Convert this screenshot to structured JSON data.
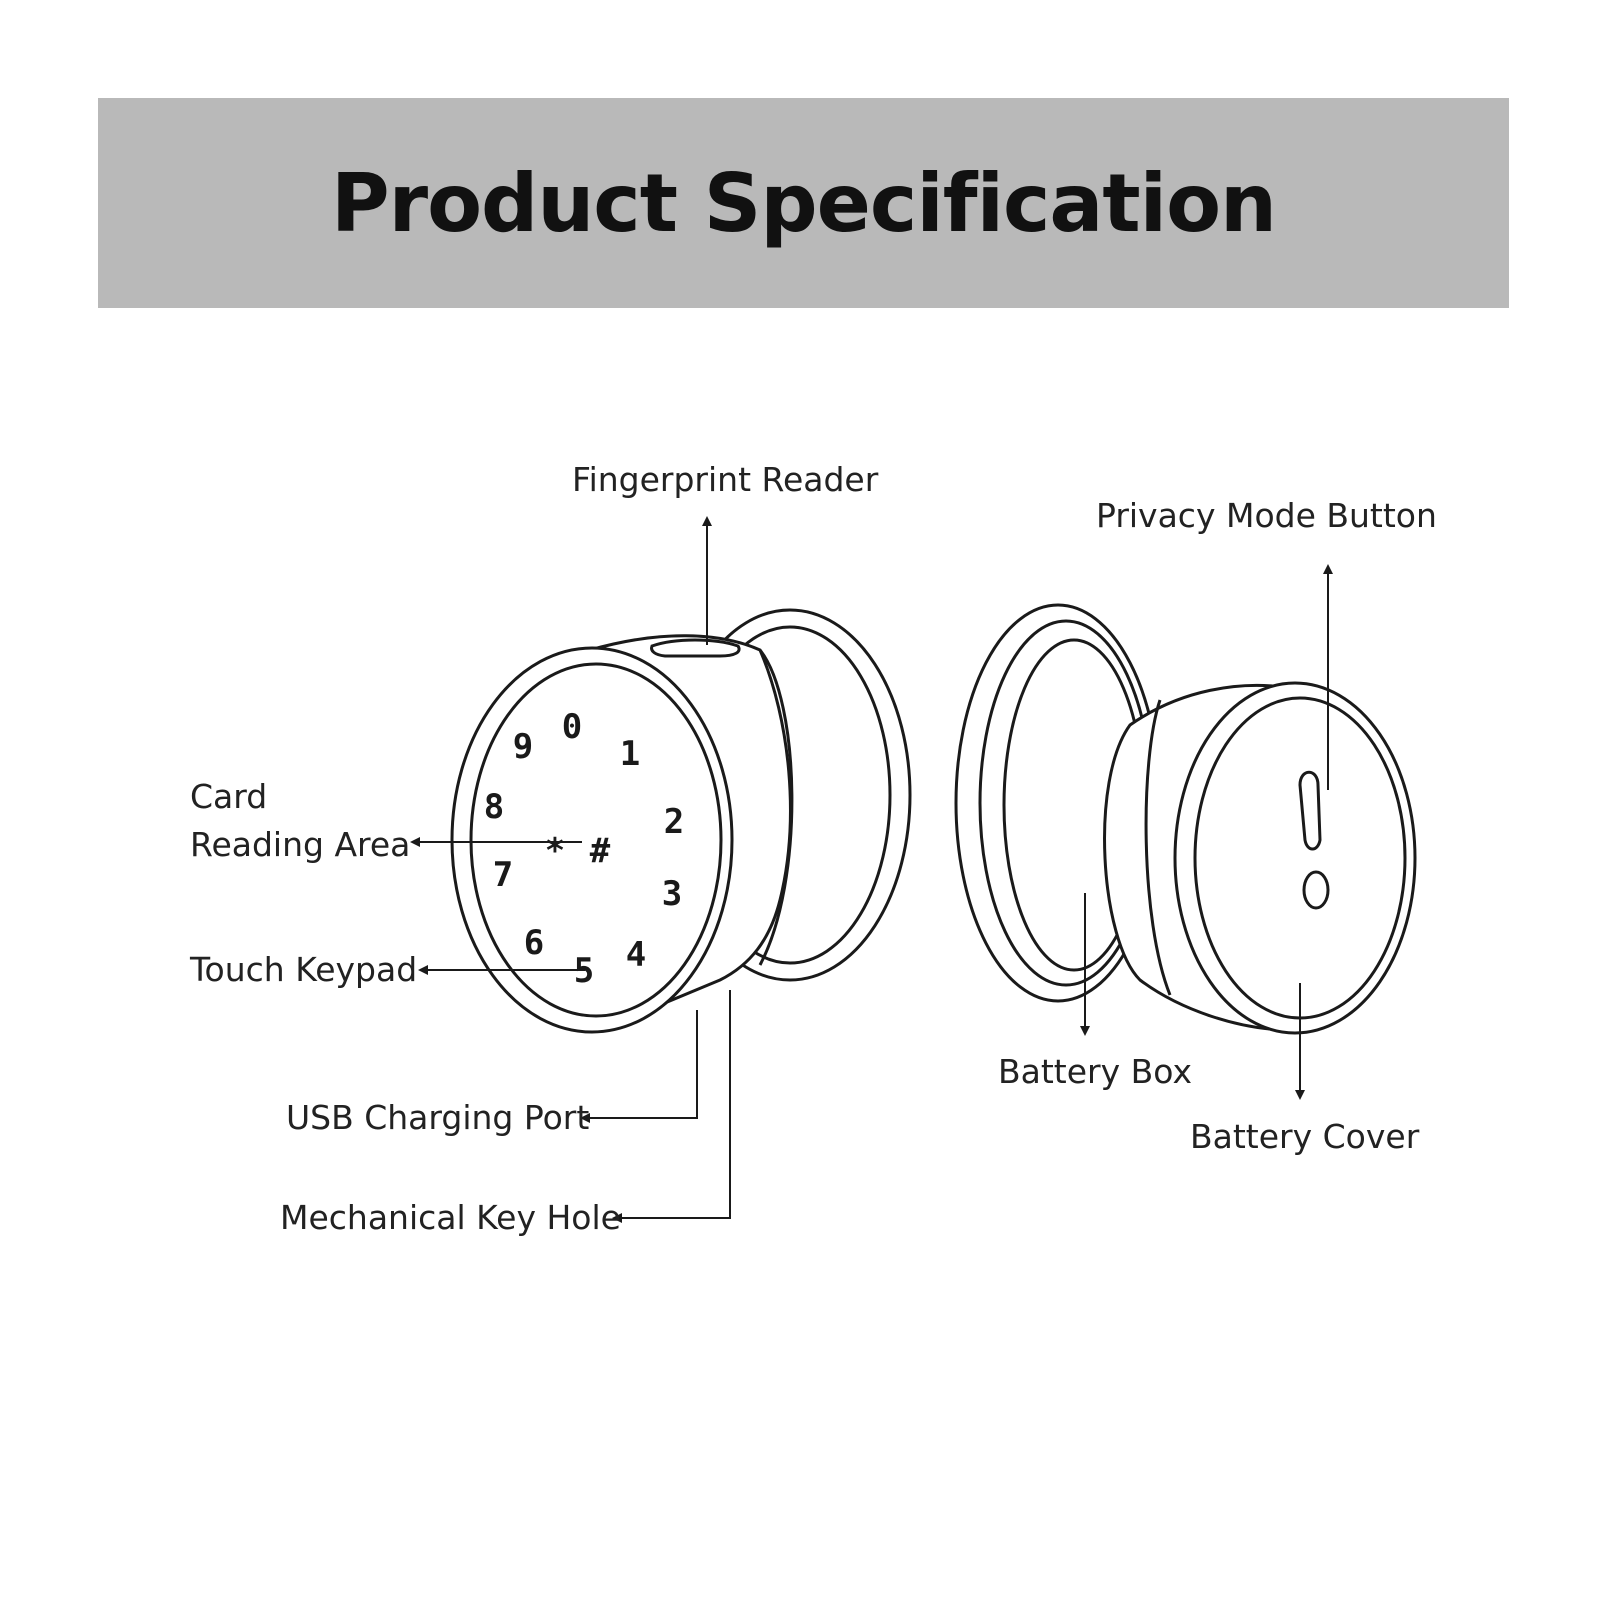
{
  "header": {
    "title": "Product Specification"
  },
  "front_view": {
    "keypad_keys": [
      "0",
      "1",
      "2",
      "3",
      "4",
      "5",
      "6",
      "7",
      "8",
      "9",
      "*",
      "#"
    ],
    "callouts": {
      "fingerprint_reader": "Fingerprint Reader",
      "card_reading_area_line1": "Card",
      "card_reading_area_line2": "Reading Area",
      "touch_keypad": "Touch Keypad",
      "usb_charging_port": "USB Charging Port",
      "mechanical_key_hole": "Mechanical Key Hole"
    }
  },
  "back_view": {
    "callouts": {
      "privacy_mode_button": "Privacy Mode Button",
      "battery_box": "Battery Box",
      "battery_cover": "Battery Cover"
    }
  },
  "colors": {
    "banner": "#b9b9b9",
    "line": "#1a1a1a",
    "background": "#ffffff"
  }
}
